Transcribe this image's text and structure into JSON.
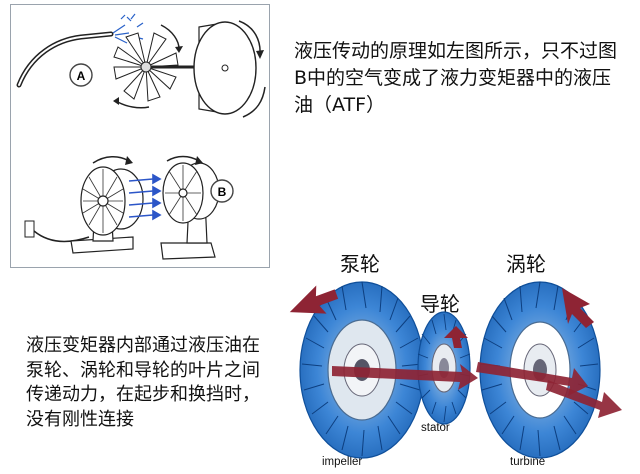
{
  "panel_ab": {
    "marker_a": "A",
    "marker_b": "B"
  },
  "description_top": "液压传动的原理如左图所示，只不过图B中的空气变成了液力变矩器中的液压油（ATF）",
  "description_bottom": "液压变矩器内部通过液压油在泵轮、涡轮和导轮的叶片之间传递动力，在起步和换挡时，没有刚性连接",
  "components": {
    "pump_zh": "泵轮",
    "turbine_zh": "涡轮",
    "stator_zh": "导轮",
    "impeller_en": "impeller",
    "stator_en": "stator",
    "turbine_en": "turbine"
  },
  "colors": {
    "blade_blue": "#2f7fd0",
    "blade_dark": "#0f4f9a",
    "flow_arrow": "#8e2434",
    "air_arrow": "#2c56c8"
  }
}
